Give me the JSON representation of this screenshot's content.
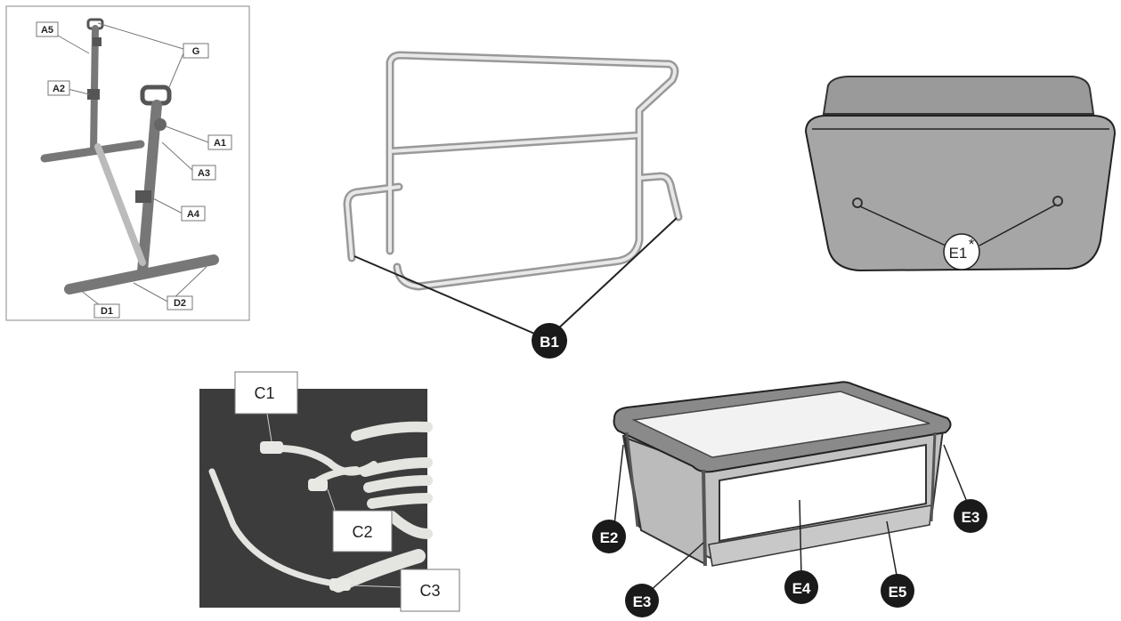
{
  "panel_frame": {
    "labels": [
      "A5",
      "G",
      "A2",
      "A1",
      "A3",
      "A4",
      "D1",
      "D2"
    ]
  },
  "panel_rails": {
    "callout": "B1"
  },
  "panel_bassinet_bottom": {
    "callout": "E1",
    "mark": "*"
  },
  "panel_straps": {
    "labels": [
      "C1",
      "C2",
      "C3"
    ]
  },
  "panel_bassinet": {
    "callouts": [
      "E2",
      "E3",
      "E3",
      "E4",
      "E5"
    ]
  }
}
